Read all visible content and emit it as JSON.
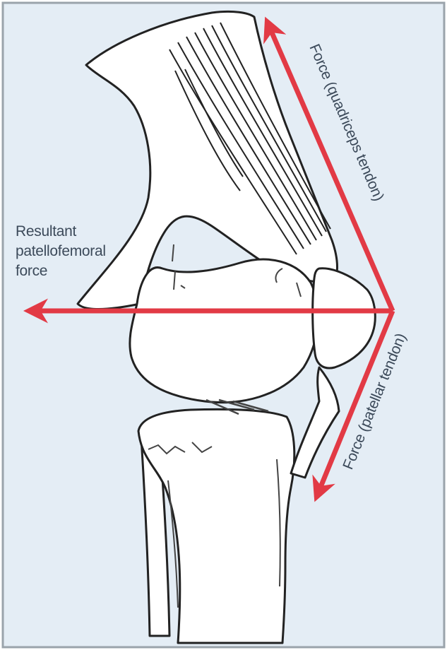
{
  "colors": {
    "background": "#e4edf5",
    "frame": "#9aa3ab",
    "bone_fill": "#ffffff",
    "bone_outline": "#222222",
    "force_arrow": "#e23a45",
    "label_text": "#3c4a5a"
  },
  "labels": {
    "resultant_line1": "Resultant",
    "resultant_line2": "patellofemoral",
    "resultant_line3": "force",
    "quadriceps_force": "Force (quadriceps tendon)",
    "patellar_force": "Force (patellar tendon)"
  }
}
